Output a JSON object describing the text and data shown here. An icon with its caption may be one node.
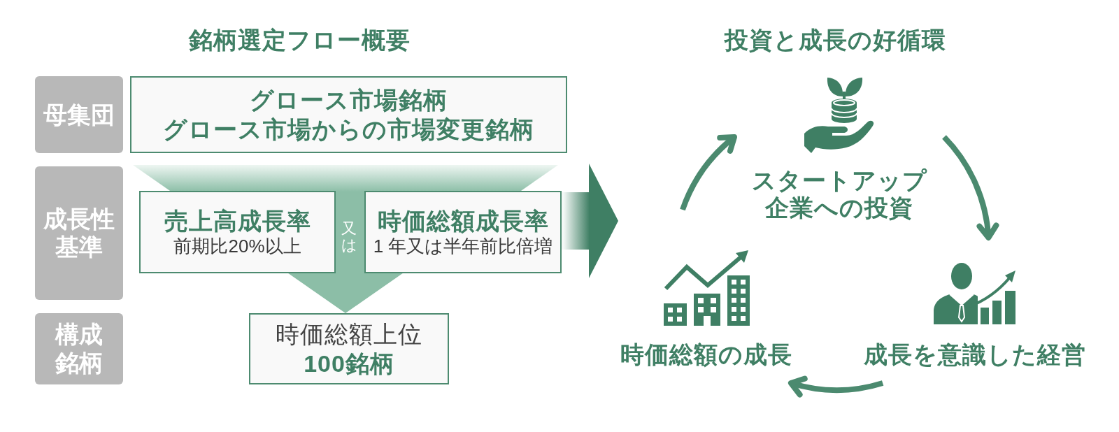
{
  "diagram": {
    "nodes": [
      {
        "text": [
          "母集団"
        ]
      },
      {
        "text": [
          "グロース市場銘柄",
          "グロース市場からの市場変更銘柄"
        ]
      },
      {
        "text": [
          "成長性基準"
        ]
      },
      {
        "text": [
          "売上高成長率",
          "前期比20%以上"
        ]
      },
      {
        "text": [
          "時価総額成長率",
          "1 年又は半年前比倍増"
        ]
      },
      {
        "text": [
          "構成銘柄"
        ]
      },
      {
        "text": [
          "時価総額上位",
          "100銘柄"
        ]
      },
      {
        "text": [
          "スタートアップ企業への投資"
        ]
      },
      {
        "text": [
          "成長を意識した経営"
        ]
      },
      {
        "text": [
          "時価総額の成長"
        ]
      }
    ],
    "edges": [
      {
        "from": 7,
        "to": 8,
        "arrow": "to"
      },
      {
        "from": 8,
        "to": 9,
        "arrow": "to"
      },
      {
        "from": 9,
        "to": 7,
        "arrow": "to"
      },
      {
        "from": 4,
        "to": 9,
        "arrow": "to",
        "style": "thick"
      }
    ],
    "labels": [
      "銘柄選定フロー概要",
      "投資と成長の好循環",
      "又は"
    ]
  }
}
